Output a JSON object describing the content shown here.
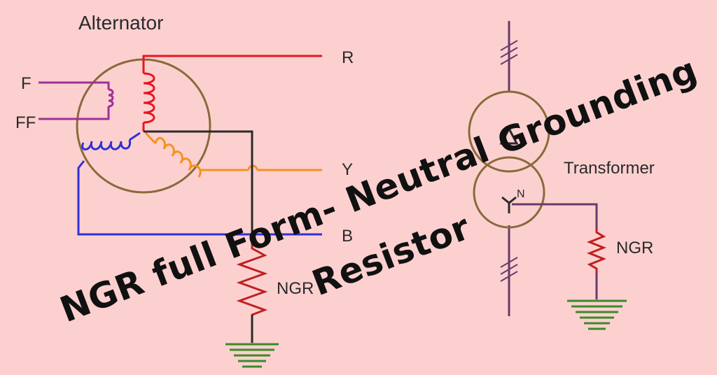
{
  "alternator": {
    "label": "Alternator",
    "terminals": {
      "f": "F",
      "ff": "FF",
      "r": "R",
      "y": "Y",
      "b": "B"
    },
    "ngr_label": "NGR"
  },
  "transformer": {
    "label": "Transformer",
    "neutral_label": "N",
    "ngr_label": "NGR"
  },
  "title": {
    "line1": "NGR full Form- Neutral Grounding",
    "line2": "Resistor"
  },
  "colors": {
    "background": "#fdd0d0",
    "frame": "#8a6a3a",
    "phase_r": "#e8141e",
    "phase_y": "#f5921e",
    "phase_b": "#3030d8",
    "field": "#a0309a",
    "neutral": "#2a2a2a",
    "resistor": "#c02020",
    "ground": "#3a8a2a",
    "transformer_line": "#6a3a6a"
  }
}
